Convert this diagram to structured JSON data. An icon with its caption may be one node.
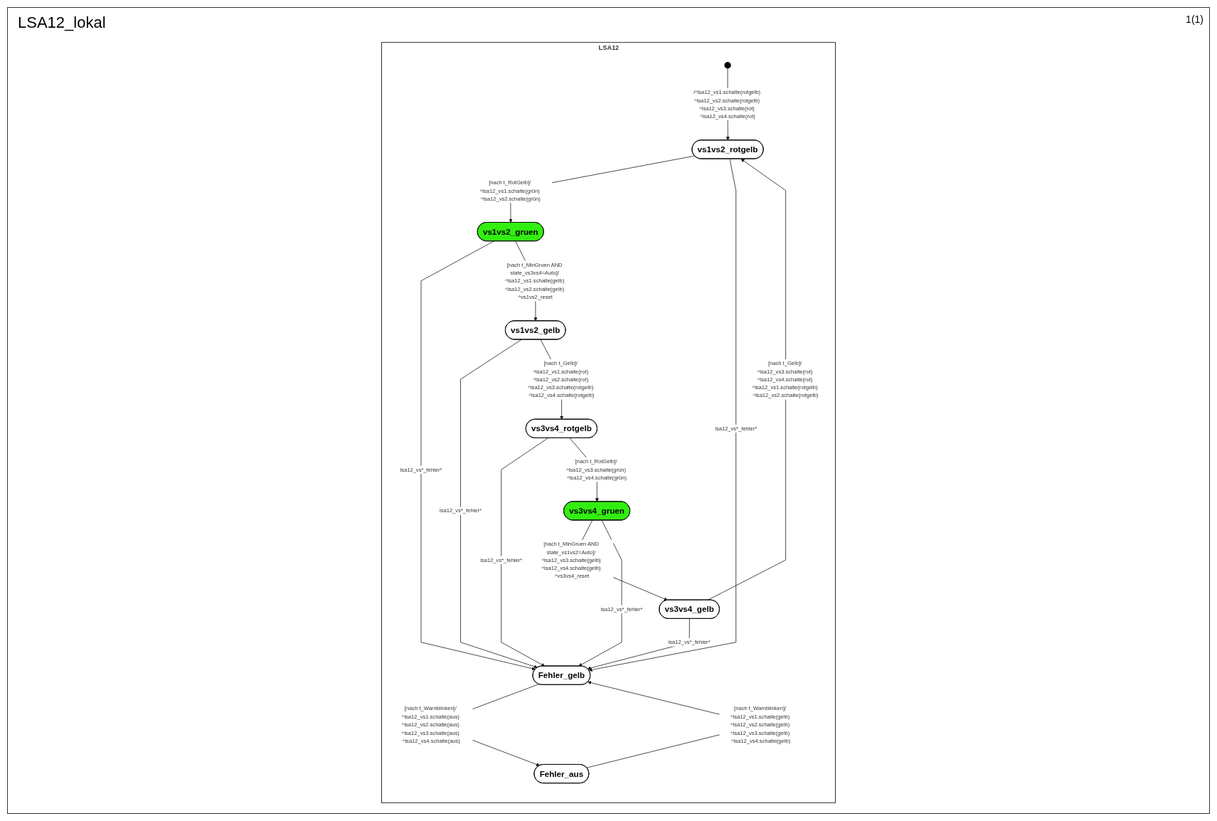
{
  "diagram": {
    "title": "LSA12_lokal",
    "nodes": [
      {
        "text": [
          "LSA12"
        ]
      },
      {
        "text": [],
        "shape": "circle",
        "in": 0
      },
      {
        "text": [
          "vs1vs2_rotgelb"
        ],
        "in": 0
      },
      {
        "text": [
          "vs3vs4_gelb"
        ],
        "in": 0
      },
      {
        "text": [
          "vs1vs2_gruen"
        ],
        "in": 0
      },
      {
        "text": [
          "Fehler_gelb"
        ],
        "in": 0
      },
      {
        "text": [
          "vs3vs4_gruen"
        ],
        "in": 0
      },
      {
        "text": [
          "Fehler_aus"
        ],
        "in": 0
      },
      {
        "text": [
          "vs1vs2_gelb"
        ],
        "in": 0
      },
      {
        "text": [
          "vs3vs4_rotgelb"
        ],
        "in": 0
      }
    ],
    "edges": [
      {
        "from": 1,
        "to": 2,
        "arrow": "to",
        "label": "/^lsa12_vs1.schalte(rotgelb) ^lsa12_vs2.schalte(rotgelb) ^lsa12_vs3.schalte(rot) ^lsa12_vs4.schalte(rot)"
      },
      {
        "from": 3,
        "to": 2,
        "arrow": "to",
        "label": "[nach t_Gelb]/ ^lsa12_vs3.schalte(rot) ^lsa12_vs4.schalte(rot) ^lsa12_vs1.schalte(rotgelb) ^lsa12_vs2.schalte(rotgelb)"
      },
      {
        "from": 2,
        "to": 4,
        "arrow": "to",
        "label": "[nach t_RotGelb]/ ^lsa12_vs1.schalte(grün) ^lsa12_vs2.schalte(grün)"
      },
      {
        "from": 2,
        "to": 5,
        "arrow": "to",
        "label": "lsa12_vs*_fehler*"
      },
      {
        "from": 3,
        "to": 5,
        "arrow": "to",
        "label": "lsa12_vs*_fehler*"
      },
      {
        "from": 6,
        "to": 3,
        "arrow": "to",
        "label": "[nach t_MinGruen AND state_vs1vs2=Auto]/ ^lsa12_vs3.schalte(gelb) ^lsa12_vs4.schalte(gelb) ^vs3vs4_reset"
      },
      {
        "from": 4,
        "to": 5,
        "arrow": "to",
        "label": "lsa12_vs*_fehler*"
      },
      {
        "from": 6,
        "to": 5,
        "arrow": "to",
        "label": "lsa12_vs*_fehler*"
      },
      {
        "from": 4,
        "to": 8,
        "arrow": "to",
        "label": "[nach t_MinGruen AND state_vs3vs4=Auto]/ ^lsa12_vs1.schalte(gelb) ^lsa12_vs2.schalte(gelb) ^vs1vs2_reset"
      },
      {
        "from": 8,
        "to": 5,
        "arrow": "to",
        "label": "lsa12_vs*_fehler*"
      },
      {
        "from": 7,
        "to": 5,
        "arrow": "to",
        "label": "[nach t_Warnblinken]/ ^lsa12_vs1.schalte(gelb) ^lsa12_vs2.schalte(gelb) ^lsa12_vs3.schalte(gelb) ^lsa12_vs4.schalte(gelb)"
      },
      {
        "from": 5,
        "to": 7,
        "arrow": "to",
        "label": "[nach t_Warnblinken]/ ^lsa12_vs1.schalte(aus) ^lsa12_vs2.schalte(aus) ^lsa12_vs3.schalte(aus) ^lsa12_vs4.schalte(aus)"
      },
      {
        "from": 9,
        "to": 5,
        "arrow": "to",
        "label": "lsa12_vs*_fehler*"
      },
      {
        "from": 9,
        "to": 6,
        "arrow": "to",
        "label": "[nach t_RotGelb]/ ^lsa12_vs3.schalte(grün) ^lsa12_vs4.schalte(grün)"
      },
      {
        "from": 8,
        "to": 9,
        "arrow": "to",
        "label": "[nach t_Gelb]/ ^lsa12_vs1.schalte(rot) ^lsa12_vs2.schalte(rot) ^lsa12_vs3.schalte(rotgelb) ^lsa12_vs4.schalte(rotgelb)"
      }
    ],
    "labels": [
      "1(1)"
    ]
  }
}
